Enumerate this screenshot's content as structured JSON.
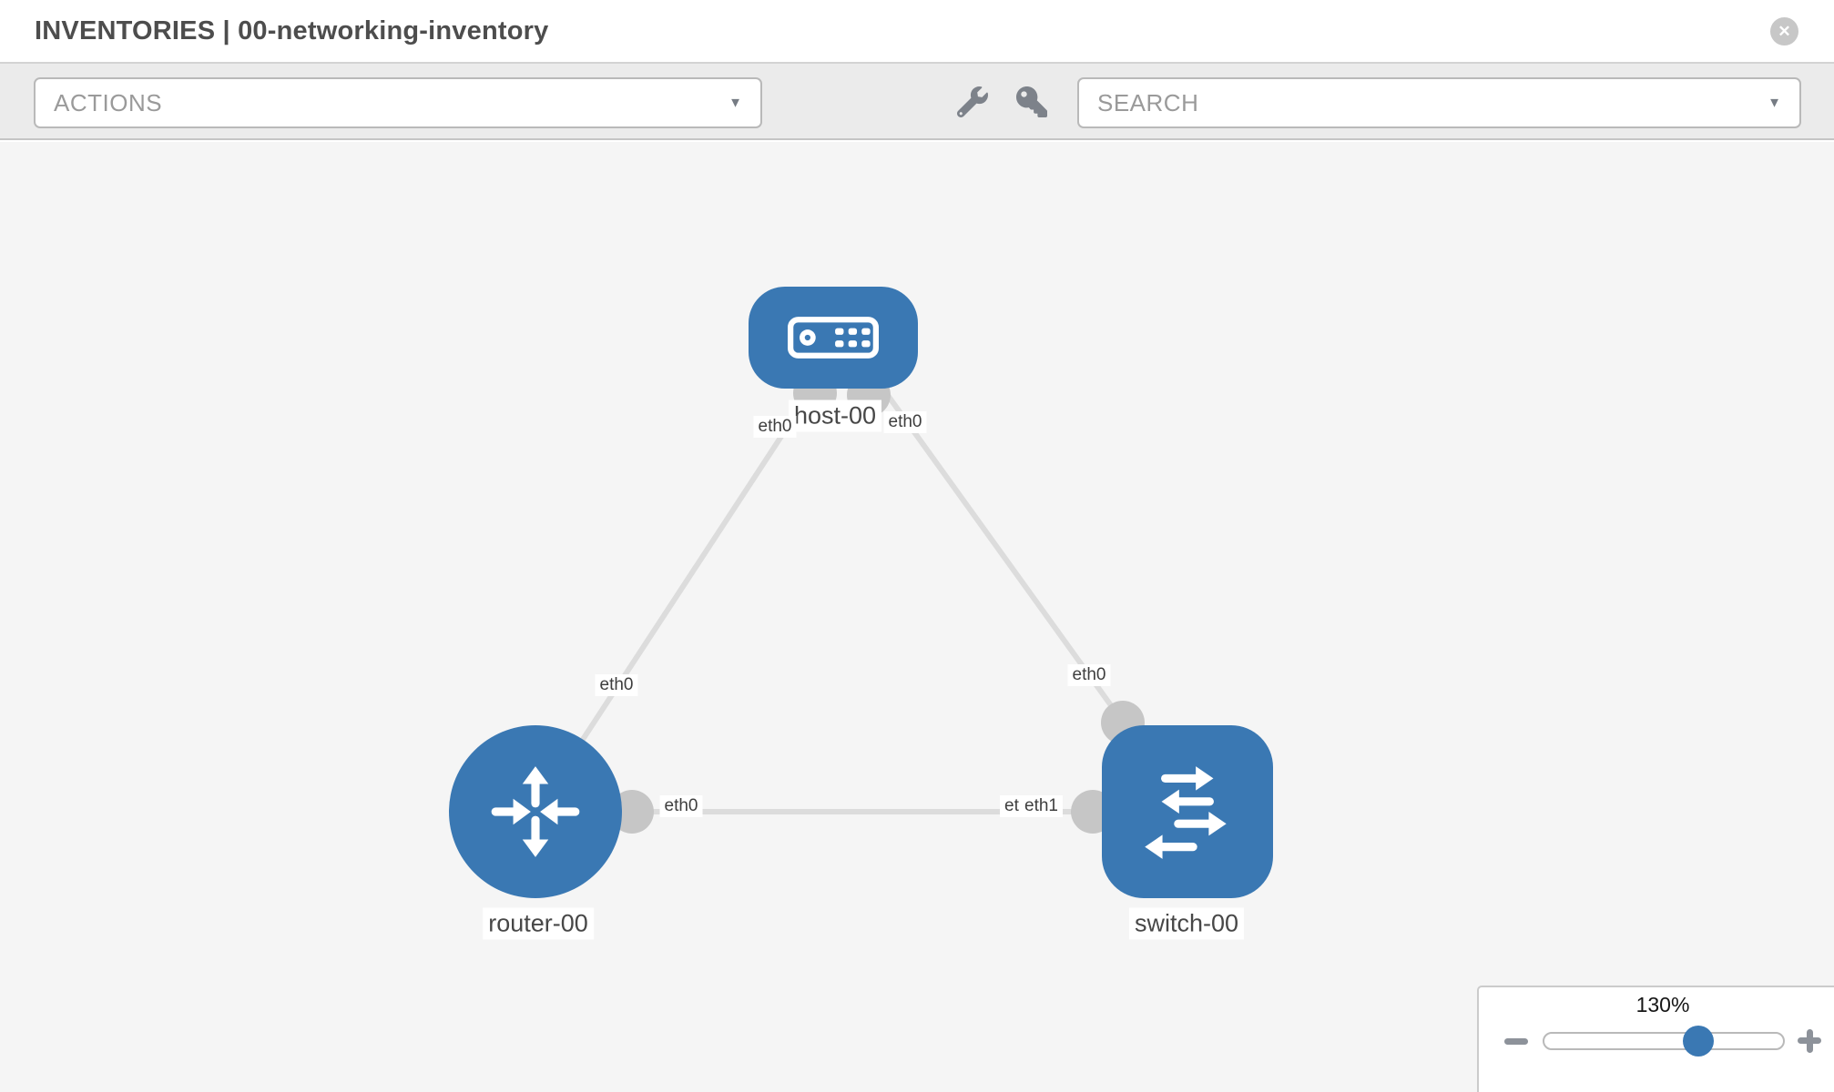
{
  "header": {
    "title": "INVENTORIES | 00-networking-inventory"
  },
  "icons": {
    "close": "✕",
    "caret": "▼"
  },
  "toolbar": {
    "actions_label": "ACTIONS",
    "search_label": "SEARCH"
  },
  "zoom_control": {
    "value": "130%"
  },
  "colors": {
    "node_blue": "#3a78b3",
    "link_gray": "#dcdcdc",
    "knob_gray": "#c6c6c6",
    "toolbar_gray": "#ebebeb",
    "canvas_gray": "#f5f5f5"
  },
  "topology": {
    "nodes": [
      {
        "label": "host-00",
        "type": "host"
      },
      {
        "label": "router-00",
        "type": "router"
      },
      {
        "label": "switch-00",
        "type": "switch"
      }
    ],
    "links": [
      {
        "from": "host-00",
        "from_interface": "eth0",
        "to": "router-00",
        "to_interface": "eth0"
      },
      {
        "from": "host-00",
        "from_interface": "eth0",
        "to": "switch-00",
        "to_interface": "eth0"
      },
      {
        "from": "router-00",
        "from_interface": "eth0",
        "to": "switch-00",
        "to_interface": "eth1",
        "to_interface_overlapped": "eth0"
      }
    ]
  }
}
